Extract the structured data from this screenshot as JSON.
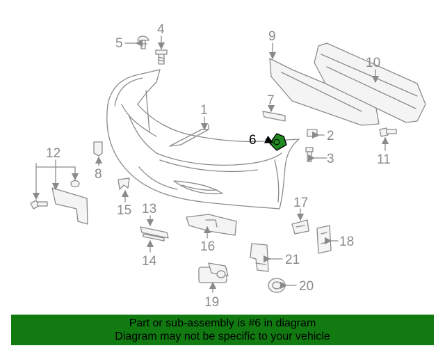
{
  "callouts": {
    "c1": "1",
    "c2": "2",
    "c3": "3",
    "c4": "4",
    "c5": "5",
    "c6": "6",
    "c7": "7",
    "c8": "8",
    "c9": "9",
    "c10": "10",
    "c11": "11",
    "c12": "12",
    "c13": "13",
    "c14": "14",
    "c15": "15",
    "c16": "16",
    "c17": "17",
    "c18": "18",
    "c19": "19",
    "c20": "20",
    "c21": "21"
  },
  "highlight": {
    "color": "#1f8a1f",
    "part": "6"
  },
  "banner": {
    "line1": "Part or sub-assembly is #6 in diagram",
    "line2": "Diagram may not be specific to your vehicle",
    "color": "#117a11"
  }
}
